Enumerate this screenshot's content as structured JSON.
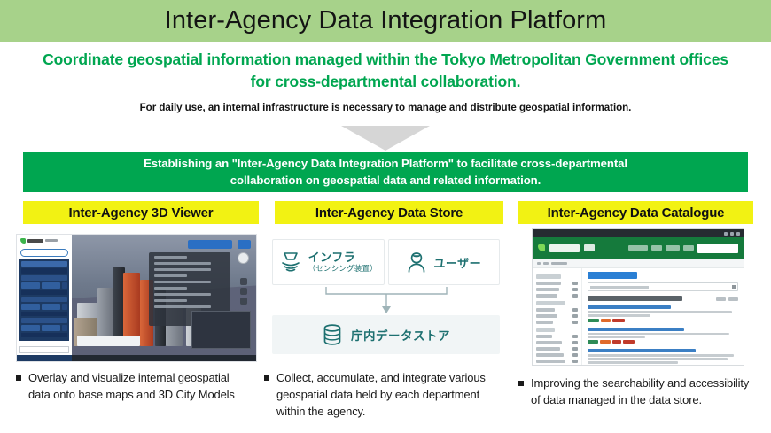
{
  "header": {
    "title": "Inter-Agency Data Integration Platform",
    "band_color": "#a7d28a"
  },
  "lead": {
    "text": "Coordinate geospatial information managed within the Tokyo Metropolitan Government offices for cross-departmental collaboration.",
    "color": "#00a650"
  },
  "subnote": {
    "text": "For daily use, an internal infrastructure is necessary to manage and distribute geospatial information."
  },
  "arrow": {
    "name": "down-arrow",
    "color": "#d4d4d4"
  },
  "statement": {
    "line1": "Establishing an \"Inter-Agency Data Integration Platform\" to facilitate cross-departmental",
    "line2": "collaboration on geospatial data and related information.",
    "bg_color": "#00a650",
    "text_color": "#ffffff"
  },
  "columns": [
    {
      "label": "Inter-Agency 3D Viewer",
      "label_bg": "#f2f213",
      "bullet": "Overlay and visualize internal geospatial data onto base maps and 3D City Models"
    },
    {
      "label": "Inter-Agency Data Store",
      "label_bg": "#f2f213",
      "bullet": "Collect, accumulate, and integrate various geospatial data held by each department within the agency."
    },
    {
      "label": "Inter-Agency Data Catalogue",
      "label_bg": "#f2f213",
      "bullet": "Improving the searchability and accessibility of data managed in the data store."
    }
  ],
  "datastore_diagram": {
    "infra_title": "インフラ",
    "infra_sub": "（センシング装置）",
    "user_title": "ユーザー",
    "store_title": "庁内データストア",
    "accent_color": "#1d7070",
    "panel_bg": "#f1f5f6"
  }
}
